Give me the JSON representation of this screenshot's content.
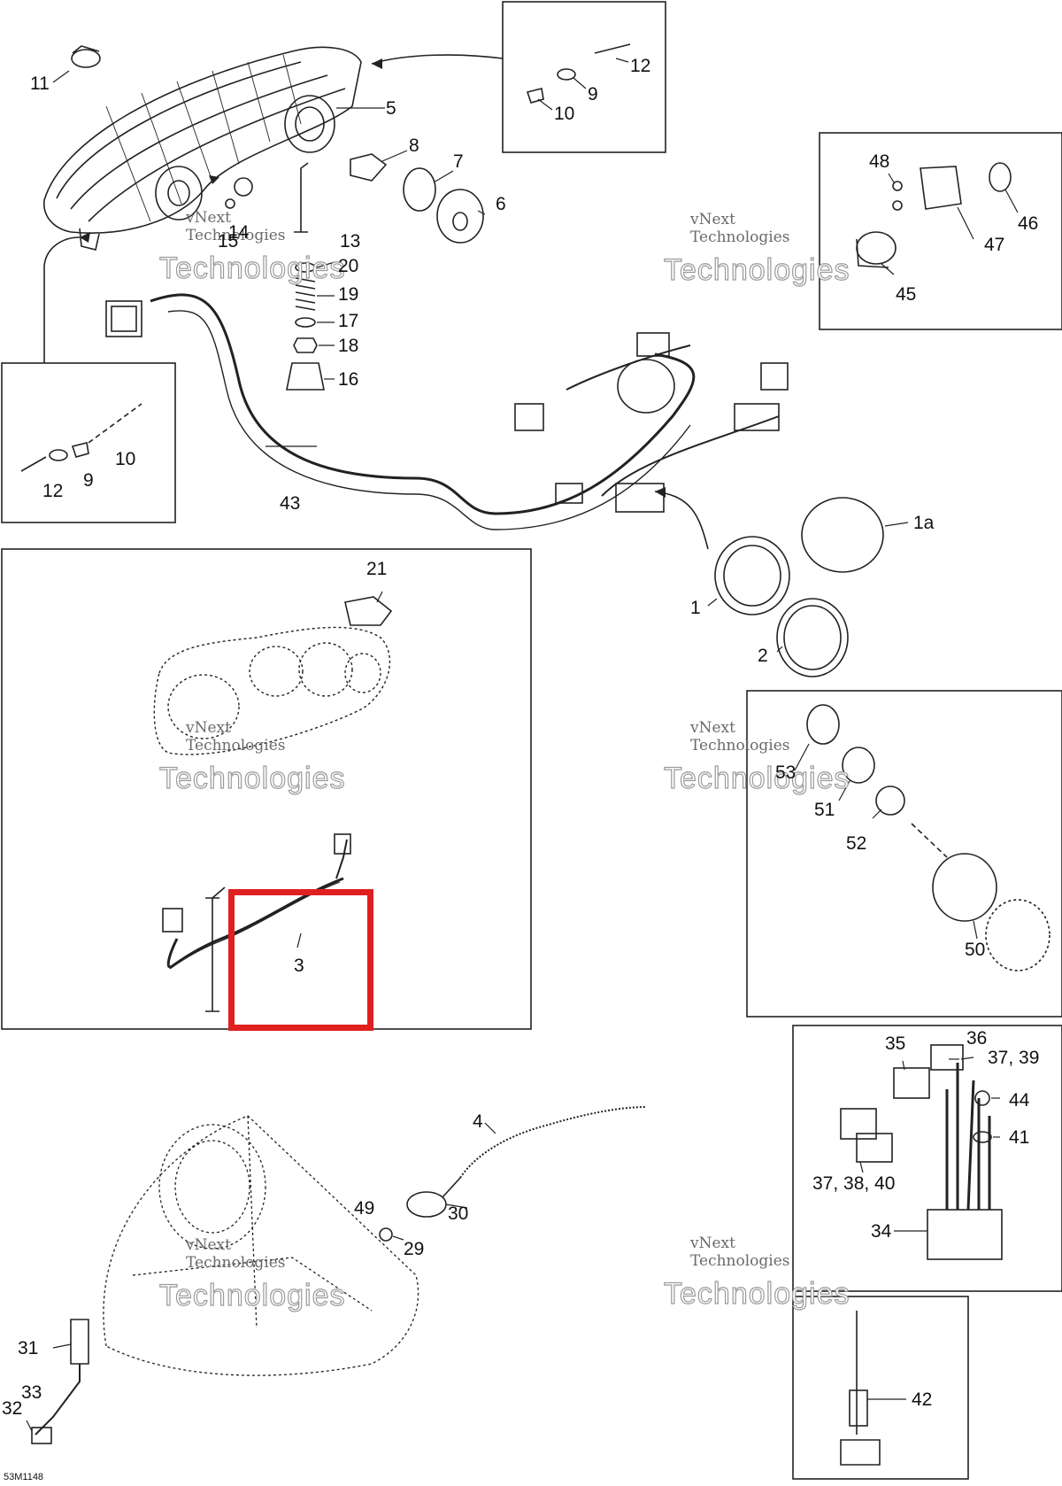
{
  "figure_code": "53M1148",
  "watermark": {
    "line1": "vNext",
    "line2": "Technologies",
    "line3": "Technologies"
  },
  "highlight": {
    "color": "#e02020",
    "target": "3"
  },
  "callouts": {
    "p1": "1",
    "p1a": "1a",
    "p2": "2",
    "p3": "3",
    "p4": "4",
    "p5": "5",
    "p6": "6",
    "p7": "7",
    "p8": "8",
    "p9a": "9",
    "p9b": "9",
    "p10a": "10",
    "p10b": "10",
    "p11": "11",
    "p12a": "12",
    "p12b": "12",
    "p13": "13",
    "p14": "14",
    "p15": "15",
    "p16": "16",
    "p17": "17",
    "p18": "18",
    "p19": "19",
    "p20": "20",
    "p21": "21",
    "p29": "29",
    "p30": "30",
    "p31": "31",
    "p32": "32",
    "p33": "33",
    "p34": "34",
    "p35": "35",
    "p36": "36",
    "p37_39": "37, 39",
    "p37_38_40": "37, 38, 40",
    "p41": "41",
    "p42": "42",
    "p43": "43",
    "p44": "44",
    "p45": "45",
    "p46": "46",
    "p47": "47",
    "p48": "48",
    "p49": "49",
    "p50": "50",
    "p51": "51",
    "p52": "52",
    "p53": "53"
  }
}
